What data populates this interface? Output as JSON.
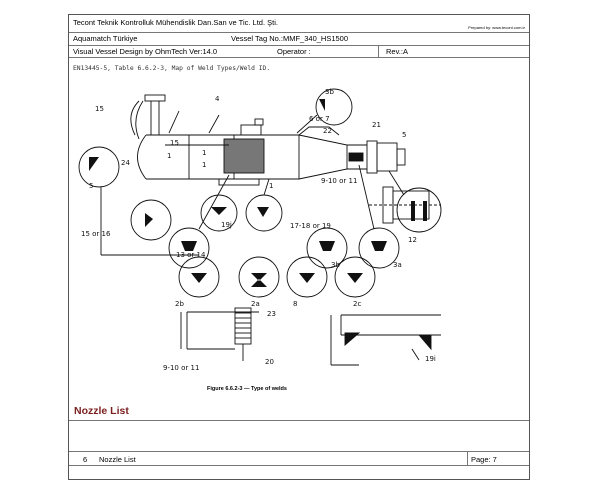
{
  "header": {
    "company": "Tecont Teknik Kontrolluk Mühendislik Dan.San ve Tic. Ltd. Şti.",
    "prepared_by": "Prepared by: www.tecont.com.tr",
    "client": "Aquamatch Türkiye",
    "vessel_tag": "Vessel Tag No.:MMF_340_HS1500",
    "software": "Visual Vessel Design by OhmTech Ver:14.0",
    "operator_label": "Operator :",
    "revision": "Rev.:A"
  },
  "figure": {
    "caption_top": "EN13445-5, Table 6.6.2-3, Map of Weld Types/Weld ID.",
    "caption_bottom": "Figure 6.6.2-3 — Type of welds",
    "labels": {
      "l4": "4",
      "l15a": "15",
      "l15b": "15",
      "l3b": "3b",
      "l6or7": "6 or 7",
      "l21": "21",
      "l22": "22",
      "l5a": "5",
      "l5b": "5",
      "l24": "24",
      "l1a": "1",
      "l1b": "1",
      "l1c": "1",
      "l1d": "1",
      "l910a": "9-10  or  11",
      "l12": "12",
      "l15or16": "15  or  16",
      "l19j": "19j",
      "l1718": "17-18  or  19",
      "l13or14": "13  or  14",
      "l3b2": "3b",
      "l3a": "3a",
      "l2b": "2b",
      "l2a": "2a",
      "l8": "8",
      "l2c": "2c",
      "l23": "23",
      "l20": "20",
      "l910b": "9-10  or  11",
      "l19i": "19i"
    }
  },
  "section": {
    "title": "Nozzle List"
  },
  "footer": {
    "number": "6",
    "title": "Nozzle List",
    "page": "Page: 7"
  }
}
